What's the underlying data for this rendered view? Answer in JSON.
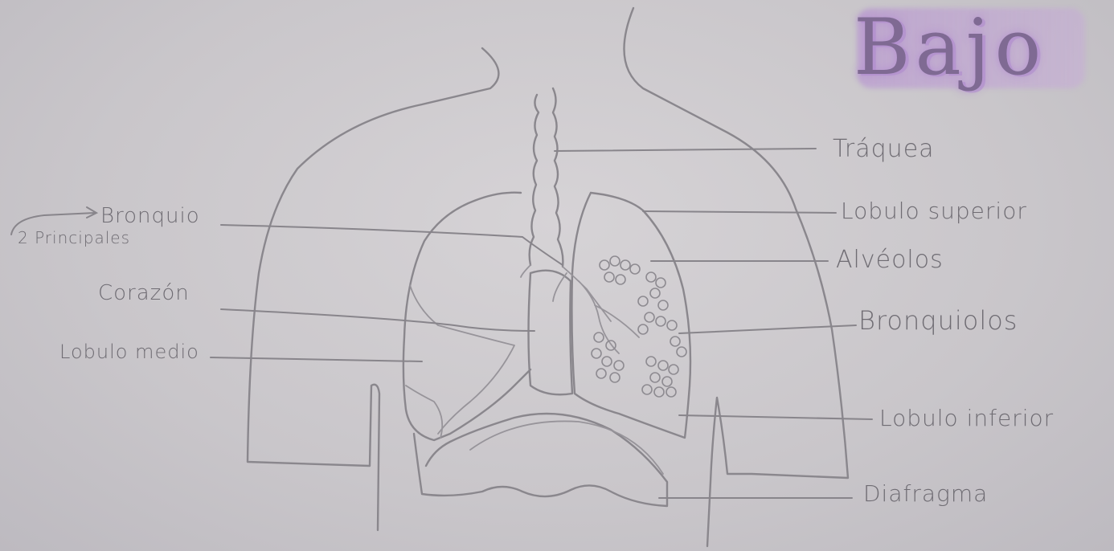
{
  "title": "Bajo",
  "labels": {
    "traquea": "Tráquea",
    "lobulo_superior": "Lobulo superior",
    "alveolos": "Alvéolos",
    "bronquiolos": "Bronquiolos",
    "lobulo_inferior": "Lobulo inferior",
    "diafragma": "Diafragma",
    "bronquio": "Bronquio",
    "principales": "2 Principales",
    "corazon": "Corazón",
    "lobulo_medio": "Lobulo medio"
  },
  "colors": {
    "paper": "#cbc8cc",
    "pencil": "#8a878d",
    "title_highlight": "#b48cd2"
  }
}
